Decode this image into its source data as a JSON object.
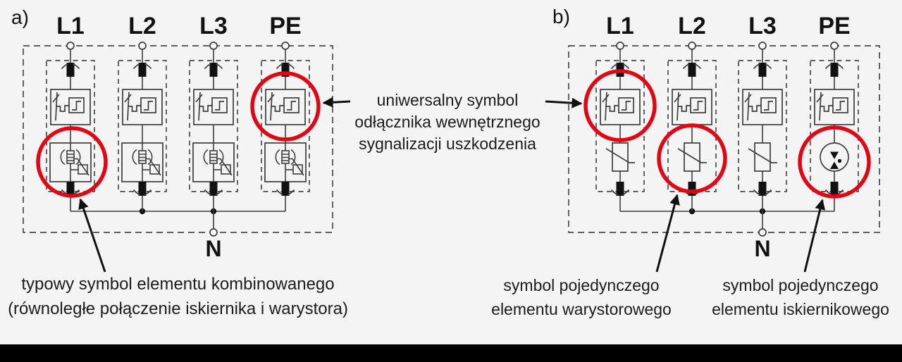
{
  "figure": {
    "panel_a": {
      "label": "a)",
      "phases": [
        "L1",
        "L2",
        "L3",
        "PE"
      ],
      "neutral": "N"
    },
    "panel_b": {
      "label": "b)",
      "phases": [
        "L1",
        "L2",
        "L3",
        "PE"
      ],
      "neutral": "N"
    },
    "annotations": {
      "internal_disconnector": {
        "line1": "uniwersalny symbol",
        "line2": "odłącznika wewnętrznego",
        "line3": "sygnalizacji uszkodzenia"
      },
      "combined_element": {
        "line1": "typowy symbol elementu kombinowanego",
        "line2": "(równoległe połączenie iskiernika i warystora)"
      },
      "varistor_element": {
        "line1": "symbol pojedynczego",
        "line2": "elementu warystorowego"
      },
      "spark_gap_element": {
        "line1": "symbol pojedynczego",
        "line2": "elementu iskiernikowego"
      }
    },
    "icons": {
      "disconnector": "thermal-disconnector-symbol",
      "combined": "spark-gap-parallel-varistor-symbol",
      "varistor": "varistor-symbol",
      "spark_gap": "spark-gap-symbol"
    },
    "colors": {
      "highlight": "#e20613",
      "line": "#3d3d3d",
      "background": "#f4f4f4",
      "bottom_bar": "#000000"
    }
  }
}
